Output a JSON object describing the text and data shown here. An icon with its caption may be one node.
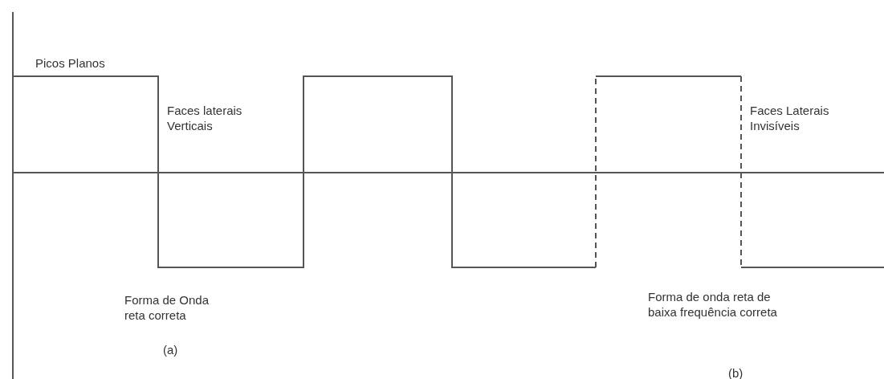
{
  "diagram": {
    "labels": [
      "Picos Planos",
      "Faces laterais Verticais",
      "Faces Laterais Invisíveis",
      "Forma de Onda reta correta",
      "(a)",
      "Forma de onda reta de baixa frequência correta",
      "(b)"
    ]
  }
}
